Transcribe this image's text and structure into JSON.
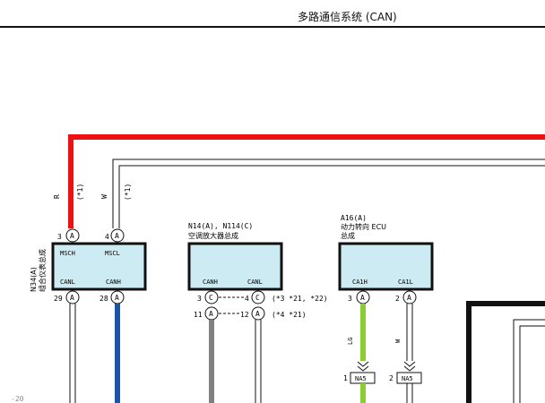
{
  "header": {
    "title": "多路通信系统 (CAN)"
  },
  "colors": {
    "red_wire": "#ee1111",
    "blue_wire": "#1a56a8",
    "gray_wire": "#808080",
    "green_wire": "#8ccc33",
    "module_fill": "#cdebf2",
    "module_border": "#111111"
  },
  "wire_labels": {
    "w1_a": "R",
    "w1_b": "(*1)",
    "w2_a": "W",
    "w2_b": "(*1)",
    "w3": "LG",
    "w4": "W"
  },
  "modules": {
    "n34": {
      "ref": "N34(A)",
      "name": "组合仪表总成",
      "pins_top": [
        {
          "num": "3",
          "conn": "A",
          "signal": "MSCH"
        },
        {
          "num": "4",
          "conn": "A",
          "signal": "MSCL"
        }
      ],
      "pins_bottom": [
        {
          "num": "29",
          "conn": "A",
          "signal": "CANL"
        },
        {
          "num": "28",
          "conn": "A",
          "signal": "CANH"
        }
      ]
    },
    "n14": {
      "ref": "N14(A), N114(C)",
      "name": "空调放大器总成",
      "signals": [
        "CANH",
        "CANL"
      ],
      "row1": {
        "left_num": "3",
        "left_conn": "C",
        "right_num": "4",
        "right_conn": "C",
        "note": "(*3 *21, *22)"
      },
      "row2": {
        "left_num": "11",
        "left_conn": "A",
        "right_num": "12",
        "right_conn": "A",
        "note": "(*4 *21)"
      }
    },
    "a16": {
      "ref": "A16(A)",
      "name1": "动力转向 ECU",
      "name2": "总成",
      "pins_bottom": [
        {
          "num": "3",
          "conn": "A",
          "signal": "CA1H"
        },
        {
          "num": "2",
          "conn": "A",
          "signal": "CA1L"
        }
      ]
    }
  },
  "connectors": [
    {
      "num": "1",
      "label": "NA5"
    },
    {
      "num": "2",
      "label": "NA5"
    }
  ],
  "misc": {
    "corner_text": "-20"
  }
}
